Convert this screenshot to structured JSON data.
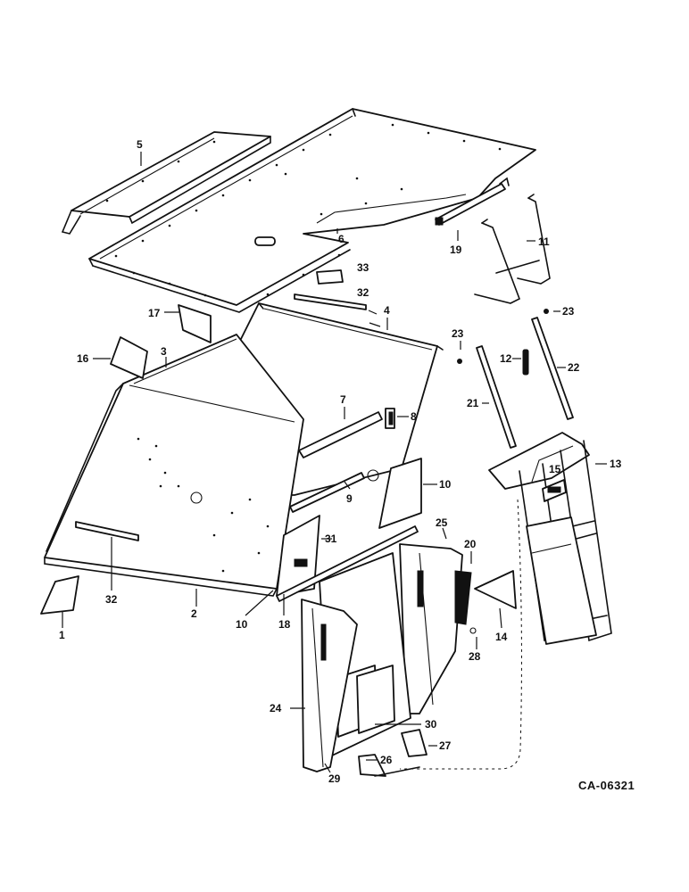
{
  "callouts": {
    "c1": "1",
    "c2": "2",
    "c3": "3",
    "c4": "4",
    "c5": "5",
    "c6": "6",
    "c7": "7",
    "c8": "8",
    "c9": "9",
    "c10a": "10",
    "c10b": "10",
    "c11": "11",
    "c12": "12",
    "c13": "13",
    "c14": "14",
    "c15": "15",
    "c16": "16",
    "c17": "17",
    "c18": "18",
    "c19": "19",
    "c20": "20",
    "c21": "21",
    "c22": "22",
    "c23a": "23",
    "c23b": "23",
    "c24": "24",
    "c25": "25",
    "c26": "26",
    "c27": "27",
    "c28": "28",
    "c29": "29",
    "c30": "30",
    "c31": "31",
    "c32a": "32",
    "c32b": "32",
    "c33": "33"
  },
  "drawing_code": "CA-06321"
}
